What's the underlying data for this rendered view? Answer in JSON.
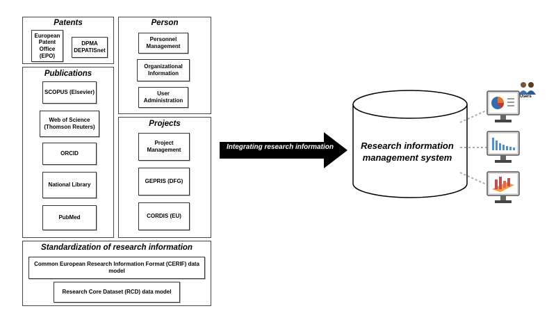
{
  "groups": {
    "patents": {
      "title": "Patents",
      "items": [
        "European Patent Office (EPO)",
        "DPMA DEPATISnet"
      ]
    },
    "person": {
      "title": "Person",
      "items": [
        "Personnel Management",
        "Organizational Information",
        "User Administration"
      ]
    },
    "publications": {
      "title": "Publications",
      "items": [
        "SCOPUS (Elsevier)",
        "Web of Science (Thomson Reuters)",
        "ORCID",
        "National Library",
        "PubMed"
      ]
    },
    "projects": {
      "title": "Projects",
      "items": [
        "Project Management",
        "GEPRIS (DFG)",
        "CORDIS (EU)"
      ]
    },
    "standardization": {
      "title": "Standardization of research information",
      "items": [
        "Common European Research Information Format (CERIF) data model",
        "Research Core Dataset (RCD) data model"
      ]
    }
  },
  "arrow": {
    "label": "Integrating research information"
  },
  "system": {
    "label": "Research information management system"
  },
  "users": {
    "label": "Users"
  },
  "screens": [
    "pie-chart",
    "bar-chart",
    "3d-chart"
  ],
  "colors": {
    "arrow": "#000000",
    "pie_blue": "#2f6db5",
    "pie_orange": "#e8742a",
    "pie_red": "#c0392b",
    "bar_blue": "#4f8fd0",
    "chart3d_red": "#c0504d",
    "chart3d_orange": "#f39c4a"
  }
}
